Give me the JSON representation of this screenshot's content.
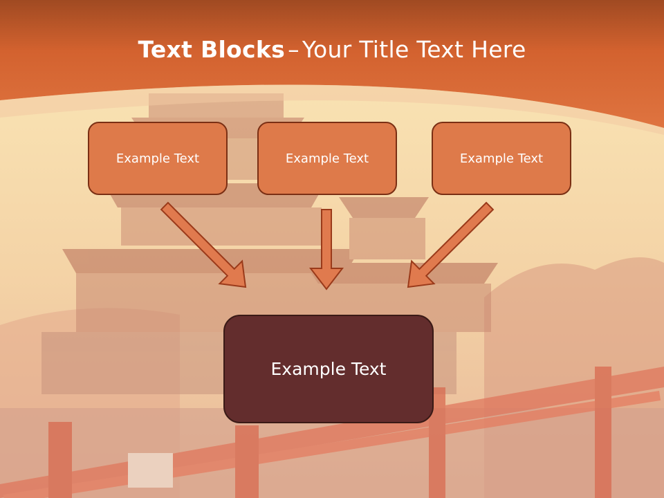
{
  "title": {
    "bold": "Text Blocks",
    "separator": "–",
    "rest": "Your Title Text Here"
  },
  "boxes": [
    {
      "label": "Example Text"
    },
    {
      "label": "Example Text"
    },
    {
      "label": "Example Text"
    }
  ],
  "result_box": {
    "label": "Example Text"
  },
  "colors": {
    "header_orange": "#d9663a",
    "top_box_fill": "#de7a4a",
    "top_box_border": "#7a2f14",
    "bottom_box_fill": "#632d2d",
    "arrow_fill": "#e07a4e",
    "arrow_stroke": "#9a3a1a",
    "title_text": "#ffffff"
  }
}
